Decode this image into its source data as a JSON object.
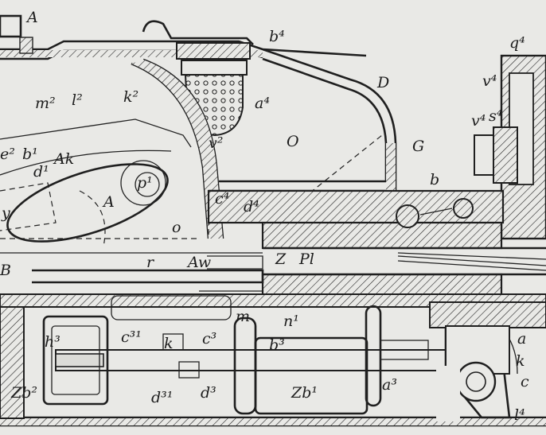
{
  "labels": {
    "A_top": "A",
    "b4": "b⁴",
    "q4": "q⁴",
    "v4_top": "v⁴",
    "m2": "m²",
    "l2": "l²",
    "k2": "k²",
    "a4": "a⁴",
    "D": "D",
    "v4": "v⁴",
    "s4": "s⁴",
    "v2": "v²",
    "O": "O",
    "G": "G",
    "Ak": "Ak",
    "b1": "b¹",
    "d1": "d¹",
    "e2": "e²",
    "p1": "p¹",
    "A_mid": "A",
    "b": "b",
    "c4": "c⁴",
    "d4": "d⁴",
    "y": "y",
    "o": "o",
    "B": "B",
    "r": "r",
    "Aw": "Aw",
    "Z": "Z",
    "Pl": "Pl",
    "m": "m",
    "n1": "n¹",
    "h3": "h³",
    "c3_1": "c³¹",
    "k": "k",
    "c3": "c³",
    "b3": "b³",
    "a": "a",
    "k_right": "k",
    "c": "c",
    "a3": "a³",
    "Zb2": "Zb²",
    "d3_1": "d³¹",
    "d3": "d³",
    "Zb1": "Zb¹",
    "l4": "l⁴"
  }
}
